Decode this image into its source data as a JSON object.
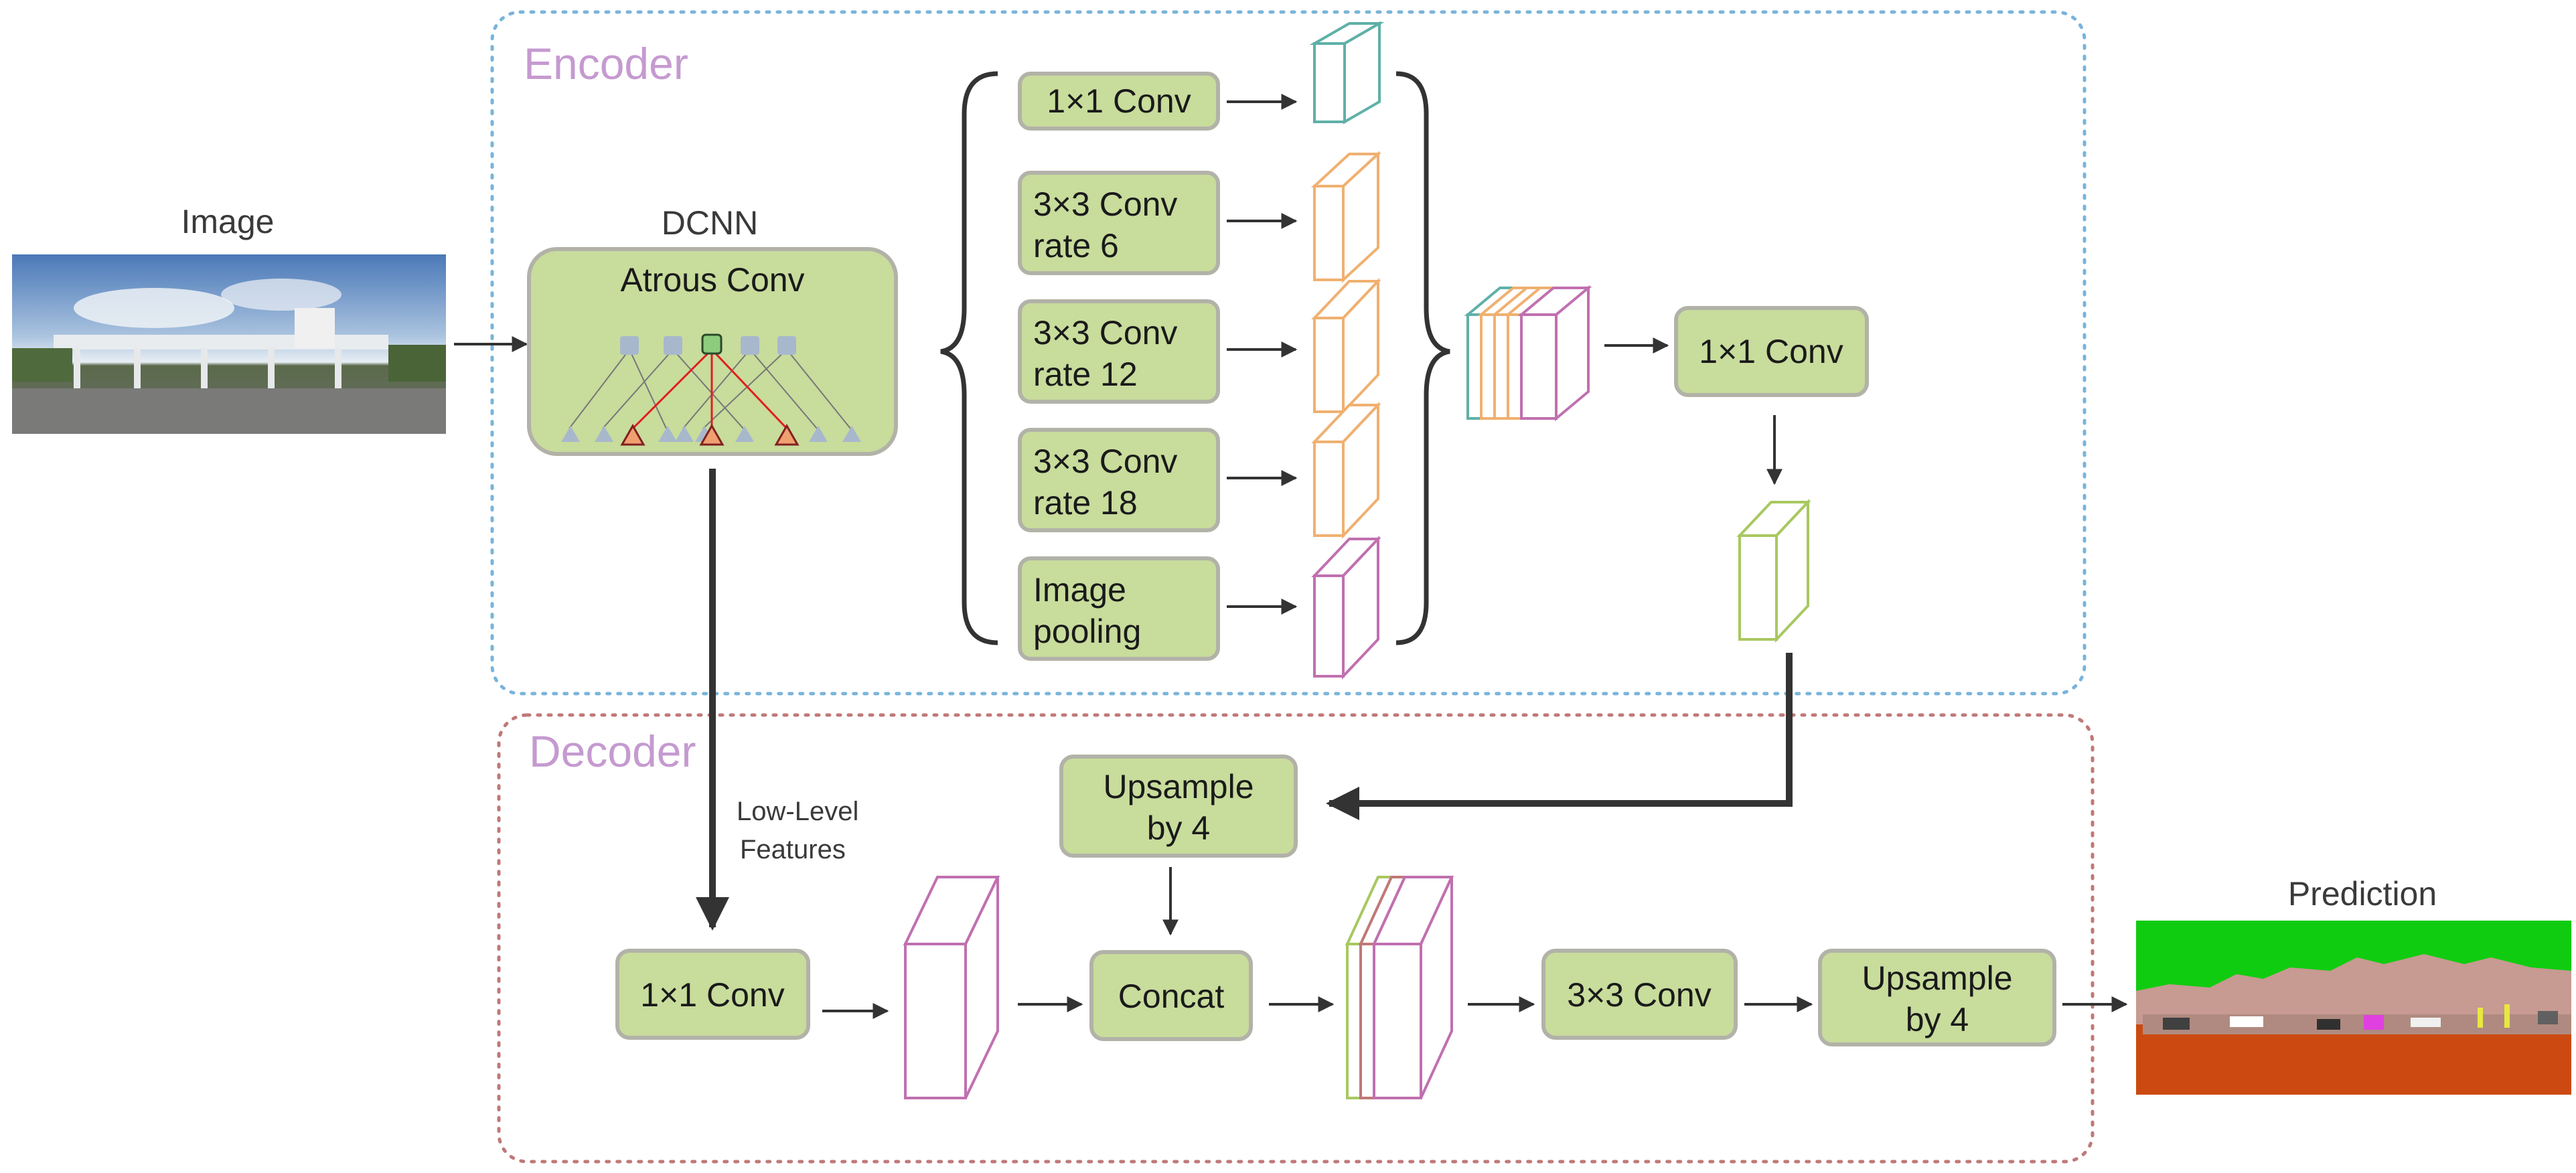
{
  "sections": {
    "encoder_title": "Encoder",
    "decoder_title": "Decoder"
  },
  "captions": {
    "image": "Image",
    "dcnn": "DCNN",
    "low_level_features_line1": "Low-Level",
    "low_level_features_line2": "Features",
    "prediction": "Prediction"
  },
  "blocks": {
    "atrous_conv": "Atrous Conv",
    "aspp_1x1": "1×1 Conv",
    "aspp_3x3_r6_line1": "3×3 Conv",
    "aspp_3x3_r6_line2": "rate 6",
    "aspp_3x3_r12_line1": "3×3 Conv",
    "aspp_3x3_r12_line2": "rate 12",
    "aspp_3x3_r18_line1": "3×3 Conv",
    "aspp_3x3_r18_line2": "rate 18",
    "image_pooling_line1": "Image",
    "image_pooling_line2": "pooling",
    "encoder_1x1": "1×1 Conv",
    "upsample_a_line1": "Upsample",
    "upsample_a_line2": "by 4",
    "decoder_1x1": "1×1 Conv",
    "concat": "Concat",
    "decoder_3x3": "3×3 Conv",
    "upsample_b_line1": "Upsample",
    "upsample_b_line2": "by 4"
  },
  "colors": {
    "block_fill": "#c8dc9c",
    "block_stroke": "#b2b2a8",
    "encoder_border": "#78b4dc",
    "decoder_border": "#c07878",
    "title_color": "#c59ad0",
    "arrow": "#333333",
    "teal": "#5fb0a8",
    "orange": "#f0b070",
    "pink": "#c070b0",
    "green_yellow": "#a8c860"
  }
}
